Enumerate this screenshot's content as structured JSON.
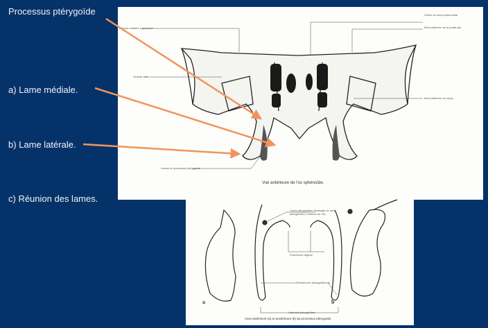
{
  "slide": {
    "title": "Processus ptérygoïde",
    "items": [
      "a) Lame médiale.",
      "b) Lame latérale.",
      "c) Réunion des lames."
    ]
  },
  "figure_top": {
    "caption": "Vue antérieure de l'os sphénoïde.",
    "labels": {
      "fissure": "Fissure orbitaire supérieure",
      "grande_aile": "Grande aile",
      "orifice": "Orifice du sinus sphénoïdal",
      "bord_petite_aile": "Bord antérieur de la petite aile",
      "bord_corps": "Bord antérieur du corps",
      "lames": "Lames du processus ptérygoïde"
    }
  },
  "figure_bottom": {
    "caption": "Vues antérieure (a) et postérieure (b) du processus ptérygoïde.",
    "labels": {
      "canal": "Canal ptérygoïdien (passage du nerf ptérygoïdien, branche du VII)",
      "vaginal": "Processus vaginal",
      "echancrure": "Échancrure ptérygoïdienne",
      "hamulus": "Hamulus ptérygoïdien",
      "a": "a",
      "b": "b"
    }
  },
  "colors": {
    "background": "#06326a",
    "arrow": "#f0955a",
    "text": "#f2f4f8"
  }
}
